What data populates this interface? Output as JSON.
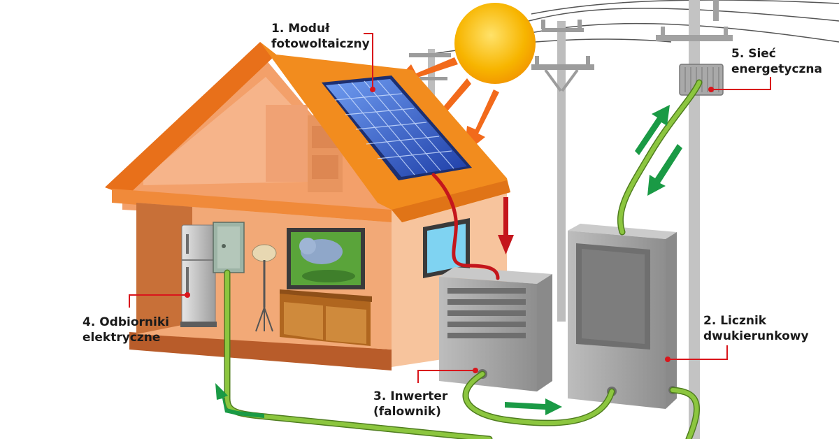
{
  "labels": {
    "pv_module": {
      "line1": "1. Moduł",
      "line2": "fotowoltaiczny"
    },
    "meter": {
      "line1": "2. Licznik",
      "line2": "dwukierunkowy"
    },
    "inverter": {
      "line1": "3. Inwerter",
      "line2": "(falownik)"
    },
    "loads": {
      "line1": "4. Odbiorniki",
      "line2": "elektryczne"
    },
    "grid": {
      "line1": "5. Sieć",
      "line2": "energetyczna"
    }
  },
  "colors": {
    "sun": "#f7b500",
    "sun_rays": "#f26a1b",
    "roof": "#f28c1e",
    "wall": "#f5b07f",
    "panel": "#2f5fd0",
    "cable": "#8cc63f",
    "callout": "#d9161c",
    "flow_arrow": "#1a9a45",
    "red_arrow": "#c4161c",
    "device": "#9a9a9a"
  },
  "icons": {
    "sun": "sun-icon",
    "tv": "tv-icon",
    "fridge": "fridge-icon",
    "lamp": "floor-lamp-icon"
  }
}
